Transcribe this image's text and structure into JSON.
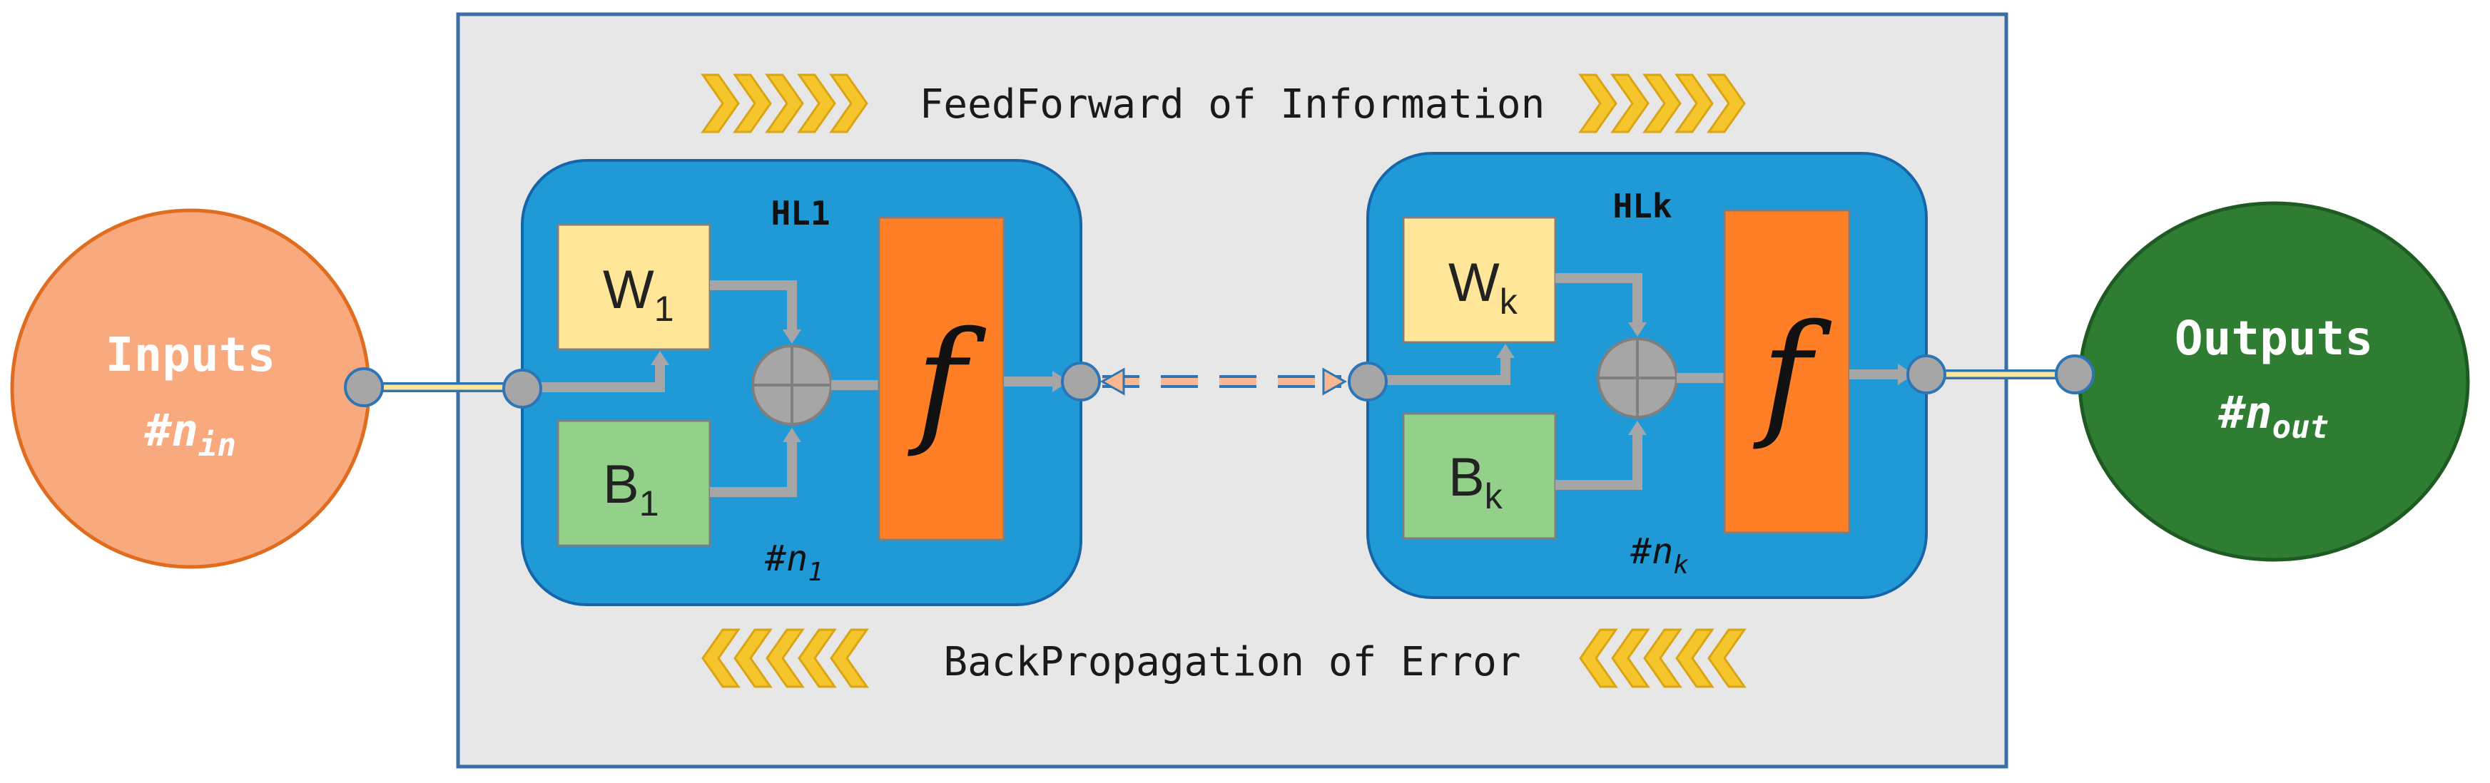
{
  "diagram": {
    "feedforward_label": "FeedForward of Information",
    "backprop_label": "BackPropagation of Error",
    "inputs": {
      "label": "Inputs",
      "count_prefix": "#n",
      "count_sub": "in",
      "color": "#f9a97e"
    },
    "outputs": {
      "label": "Outputs",
      "count_prefix": "#n",
      "count_sub": "out",
      "color": "#2e7d32"
    },
    "layers": [
      {
        "label": "HL1",
        "weight": "W",
        "weight_sub": "1",
        "bias": "B",
        "bias_sub": "1",
        "activation": "f",
        "neurons_prefix": "#n",
        "neurons_sub": "1"
      },
      {
        "label": "HLk",
        "weight": "W",
        "weight_sub": "k",
        "bias": "B",
        "bias_sub": "k",
        "activation": "f",
        "neurons_prefix": "#n",
        "neurons_sub": "k"
      }
    ],
    "colors": {
      "panel": "#e7e7e8",
      "panel_border": "#3a6ea5",
      "layer": "#1f9ad6",
      "weight_box": "#ffe699",
      "bias_box": "#93d18b",
      "activation_box": "#ff7f27",
      "chevron": "#f6c52b",
      "connector": "#a6a6a6",
      "dashed_link": "#f9b88f"
    }
  }
}
